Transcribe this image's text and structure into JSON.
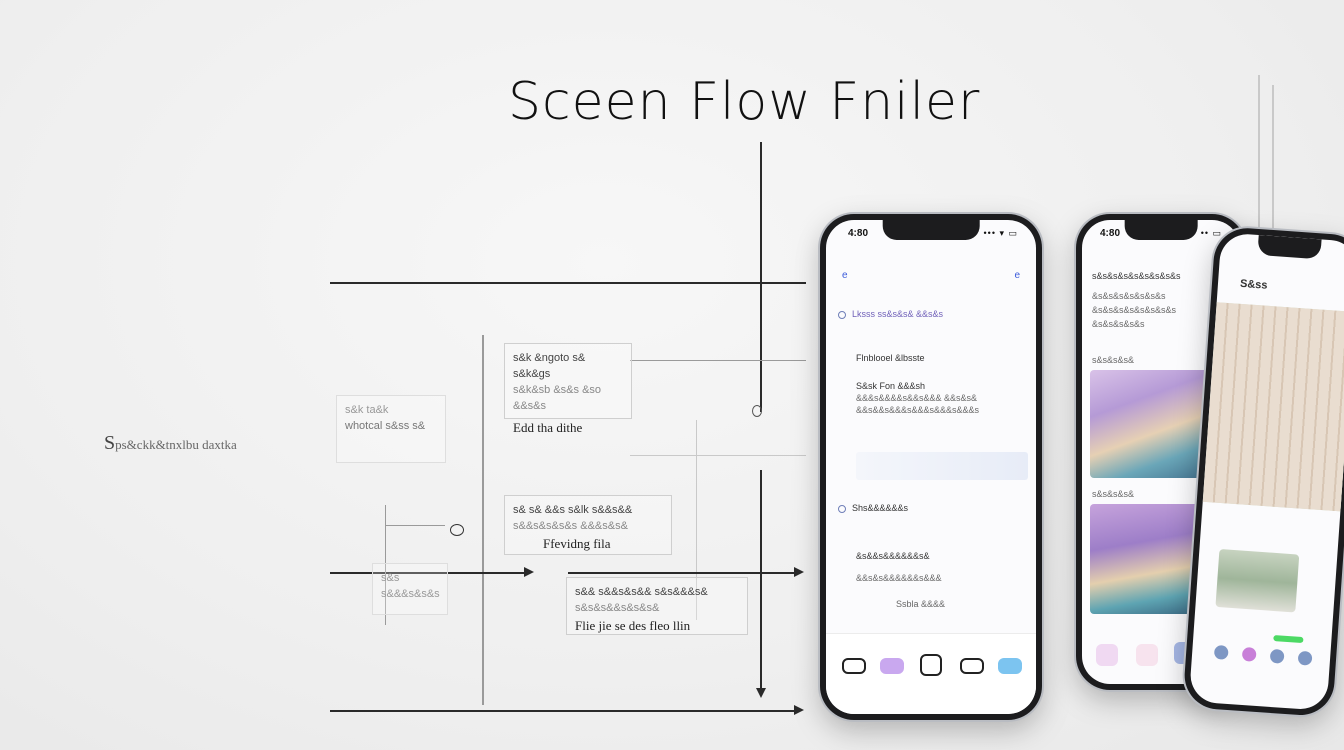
{
  "title": "Sceen Flow Fniler",
  "side_label": {
    "lead": "S",
    "rest": "ps&ckk&tnxlbu daxtka"
  },
  "boxes": {
    "left_faint": {
      "line1": "s&k ta&k",
      "line2": "whotcal s&ss s&"
    },
    "top": {
      "line1": "s&k &ngoto s& s&k&gs",
      "line2": "s&k&sb &s&s &so &&s&s",
      "main": "Edd tha dithe"
    },
    "middle": {
      "line1": "s& s& &&s s&lk s&&s&&",
      "line2": "s&&s&s&s&s &&&s&s&",
      "main": "Ffevidng fila"
    },
    "lower_faint": {
      "line1": "s&s",
      "line2": "s&&&s&s&s"
    },
    "bottom": {
      "line1": "s&& s&&s&s&& s&s&&&s&",
      "line2": "s&s&s&&s&s&s&",
      "main": "Flie jie se des fleo llin"
    }
  },
  "phone1": {
    "time": "4:80",
    "status_icons": "••• ▾ ▭",
    "nav_left": "e",
    "nav_right": "e",
    "rows": [
      {
        "text": "Lksss ss&s&s& &&s&s",
        "kind": "dot"
      },
      {
        "text": "Flnblooel &lbsste",
        "kind": "head"
      },
      {
        "text": "S&sk Fon &&&sh",
        "kind": "body"
      },
      {
        "text": "&&&s&&&&s&&s&&& &&s&s&",
        "kind": "sub"
      },
      {
        "text": "&&s&&s&&&s&&&s&&&s&&&s",
        "kind": "sub"
      },
      {
        "text": "Shs&&&&&&s",
        "kind": "dot"
      },
      {
        "text": "&s&&s&&&&&&s&",
        "kind": "body"
      },
      {
        "text": "&&s&s&&&&&&s&&&",
        "kind": "sub"
      },
      {
        "text": "Ssbla &&&&",
        "kind": "sub"
      }
    ]
  },
  "phone2": {
    "time": "4:80",
    "status_icons": "•• ▭",
    "rows": [
      "s&s&s&s&s&s&s&s&s",
      "&s&s&s&s&s&s&s",
      "&s&s&s&s&s&s&s&s",
      "&s&s&s&s&s"
    ],
    "caption1": "s&s&s&s&",
    "caption2": "s&s&s&s&"
  },
  "phone3": {
    "header": "S&ss"
  },
  "colors": {
    "accent": "#3b5bdb",
    "purple": "#c9a8ef",
    "blue": "#7cc4f0"
  }
}
